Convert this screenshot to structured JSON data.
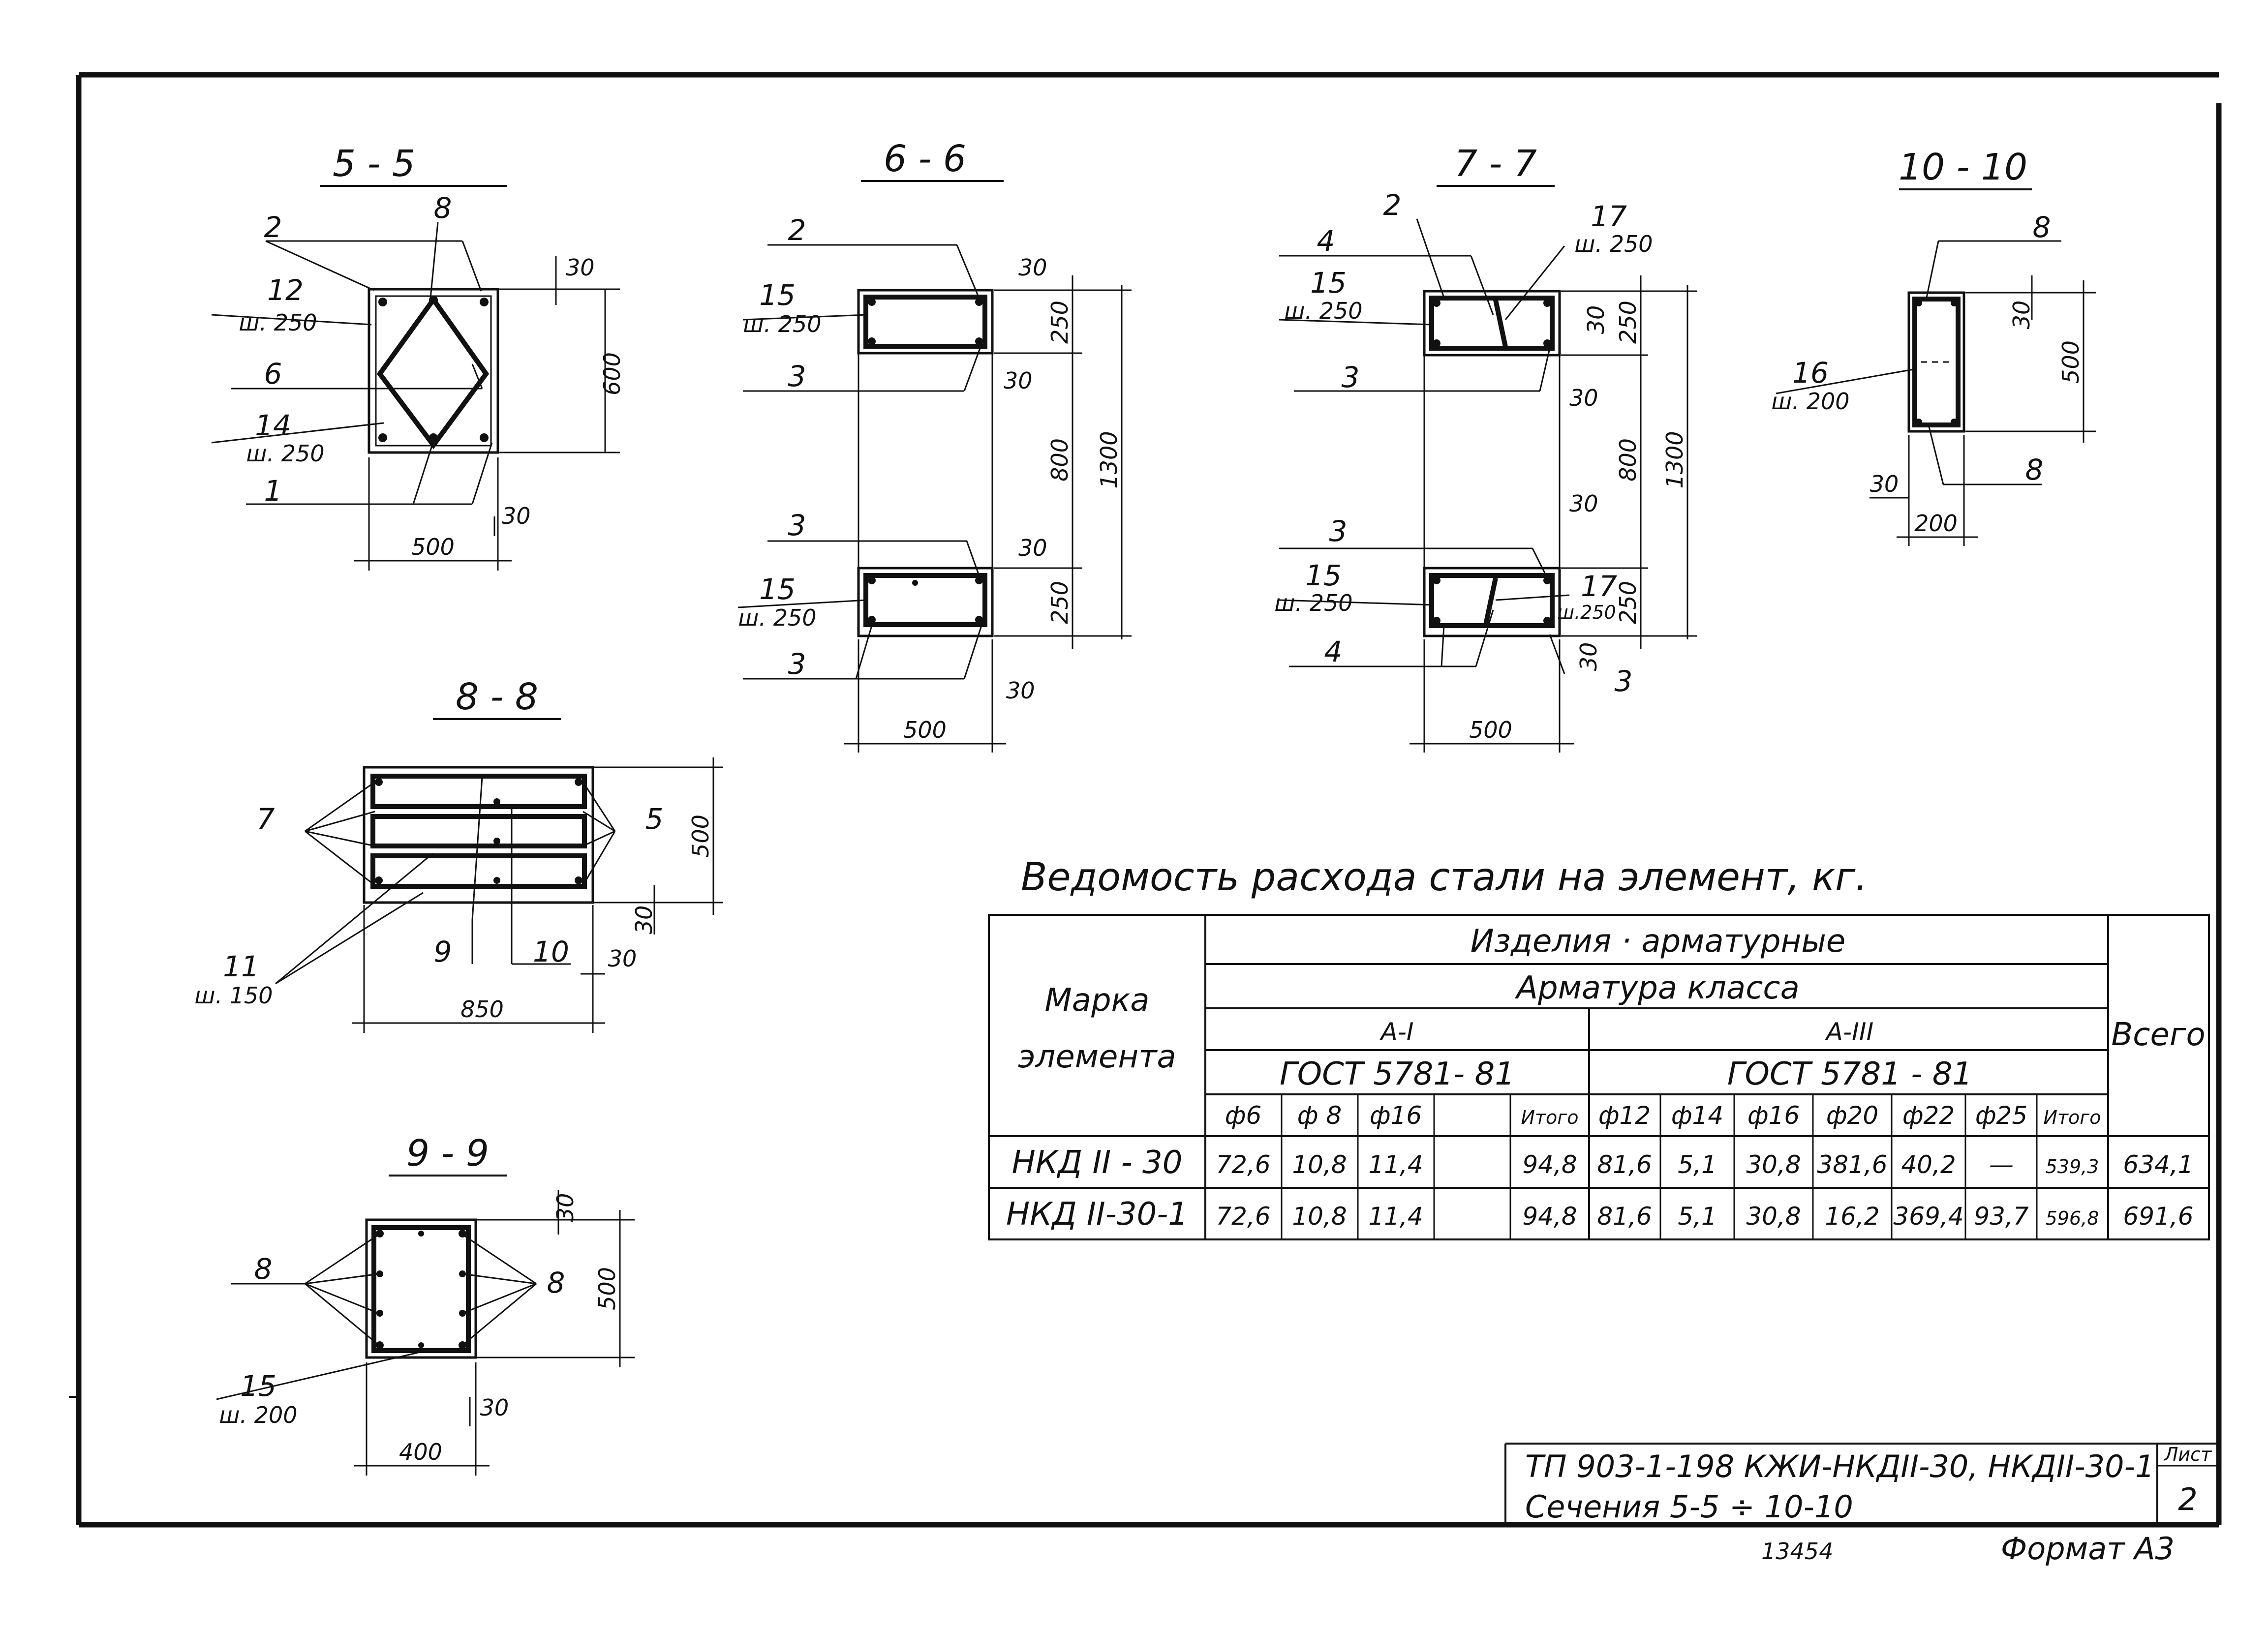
{
  "sections": {
    "s55": {
      "title": "5 - 5",
      "labels": [
        "2",
        "8",
        "12",
        "ш. 250",
        "6",
        "14",
        "ш. 250",
        "1"
      ],
      "dims": {
        "top": "30",
        "height": "600",
        "bottom": "30",
        "width": "500"
      }
    },
    "s66": {
      "title": "6 - 6",
      "labels": [
        "2",
        "15",
        "ш. 250",
        "3",
        "3",
        "15",
        "ш. 250",
        "3"
      ],
      "dims": {
        "t1": "30",
        "h1": "250",
        "t2": "30",
        "mid": "800",
        "total": "1300",
        "t3": "30",
        "h2": "250",
        "t4": "30",
        "width": "500"
      }
    },
    "s77": {
      "title": "7 - 7",
      "labels": [
        "2",
        "4",
        "17",
        "ш. 250",
        "15",
        "ш. 250",
        "3",
        "3",
        "15",
        "ш. 250",
        "17",
        "ш.250",
        "4",
        "3"
      ],
      "dims": {
        "t1": "30",
        "h1": "250",
        "t2": "30",
        "mid": "800",
        "total": "1300",
        "t3": "30",
        "h2": "250",
        "t4": "30",
        "width": "500"
      }
    },
    "s1010": {
      "title": "10 - 10",
      "labels": [
        "8",
        "16",
        "ш. 200",
        "8"
      ],
      "dims": {
        "top": "30",
        "height": "500",
        "side": "30",
        "width": "200"
      }
    },
    "s88": {
      "title": "8 - 8",
      "labels": [
        "7",
        "5",
        "11",
        "ш. 150",
        "9",
        "10"
      ],
      "dims": {
        "height": "500",
        "bot": "30",
        "side": "30",
        "width": "850"
      }
    },
    "s99": {
      "title": "9 - 9",
      "labels": [
        "8",
        "8",
        "15",
        "ш. 200"
      ],
      "dims": {
        "top": "30",
        "height": "500",
        "bot": "30",
        "width": "400"
      }
    }
  },
  "table": {
    "caption": "Ведомость расхода стали на элемент, кг.",
    "head": {
      "mark": "Марка",
      "element": "элемента",
      "items": "Изделия · арматурные",
      "armclass": "Арматура класса",
      "a1": "А-I",
      "a3": "А-III",
      "gost1": "ГОСТ 5781- 81",
      "gost2": "ГОСТ 5781 - 81",
      "total": "Всего"
    },
    "cols1": [
      "ф6",
      "ф 8",
      "ф16",
      "",
      "Итого"
    ],
    "cols2": [
      "ф12",
      "ф14",
      "ф16",
      "ф20",
      "ф22",
      "ф25",
      "Итого"
    ],
    "rows": [
      {
        "mark": "НКД II - 30",
        "c": [
          "72,6",
          "10,8",
          "11,4",
          "",
          "94,8",
          "81,6",
          "5,1",
          "30,8",
          "381,6",
          "40,2",
          "—",
          "539,3",
          "634,1"
        ]
      },
      {
        "mark": "НКД II-30-1",
        "c": [
          "72,6",
          "10,8",
          "11,4",
          "",
          "94,8",
          "81,6",
          "5,1",
          "30,8",
          "16,2",
          "369,4",
          "93,7",
          "596,8",
          "691,6"
        ]
      }
    ]
  },
  "stamp": {
    "line1": "ТП 903-1-198  КЖИ-НКДII-30, НКДII-30-1",
    "line2": "Сечения 5-5 ÷ 10-10",
    "sheet_label": "Лист",
    "sheet_no": "2"
  },
  "footer": {
    "inventory": "13454",
    "format": "Формат А3"
  }
}
